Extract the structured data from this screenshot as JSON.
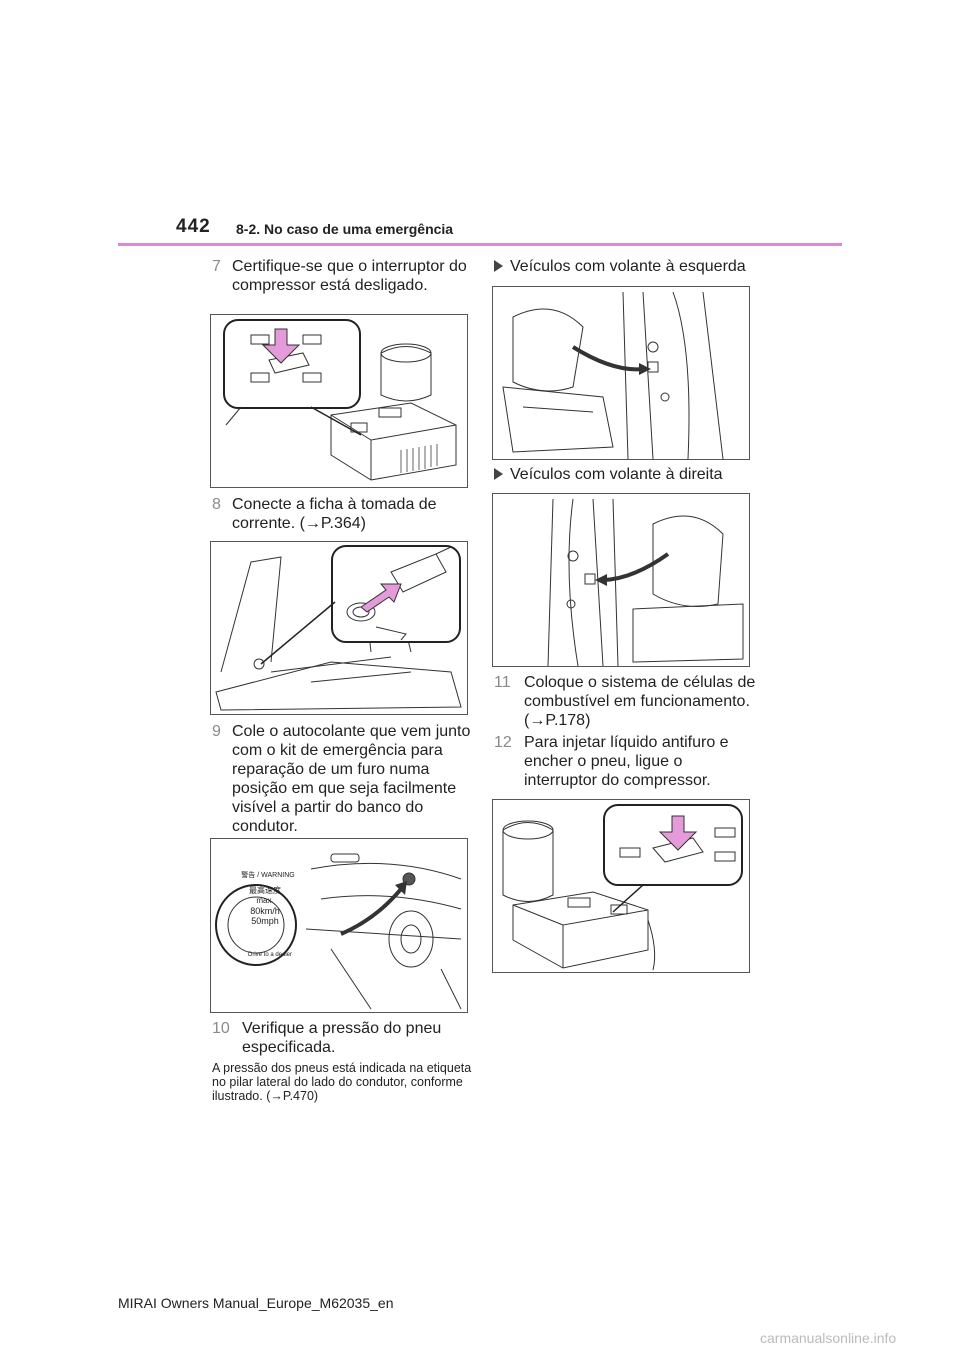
{
  "header": {
    "page_number": "442",
    "chapter": "8-2. No caso de uma emergência"
  },
  "steps": [
    {
      "num": "7",
      "text": "Certifique-se que o interruptor do compressor está desligado."
    },
    {
      "num": "8",
      "text": "Conecte a ficha à tomada de corrente. (→P.364)"
    },
    {
      "num": "9",
      "text": "Cole o autocolante que vem junto com o kit de emergência para reparação de um furo numa posição em que seja facilmente visível a partir do banco do condutor."
    },
    {
      "num": "10",
      "text": "Verifique a pressão do pneu especificada."
    },
    {
      "num": "11",
      "text": "Coloque o sistema de células de combustível em funcionamento. (→P.178)"
    },
    {
      "num": "12",
      "text": "Para injetar líquido antifuro e encher o pneu, ligue o interruptor do compressor."
    }
  ],
  "note": "A pressão dos pneus está indicada na etiqueta no pilar lateral do lado do condutor, conforme ilustrado. (→P.470)",
  "bullets": [
    {
      "text": "Veículos com volante à esquerda"
    },
    {
      "text": "Veículos com volante à direita"
    }
  ],
  "sticker": {
    "top": "警告 / WARNING",
    "line1": "最高速度",
    "line2": "max.",
    "line3": "80km/h",
    "line4": "50mph",
    "bottom": "Drive to a dealer"
  },
  "footer": "MIRAI Owners Manual_Europe_M62035_en",
  "watermark": "carmanualsonline.info",
  "colors": {
    "accent": "#d98cd6",
    "arrow": "#e59ad9"
  }
}
